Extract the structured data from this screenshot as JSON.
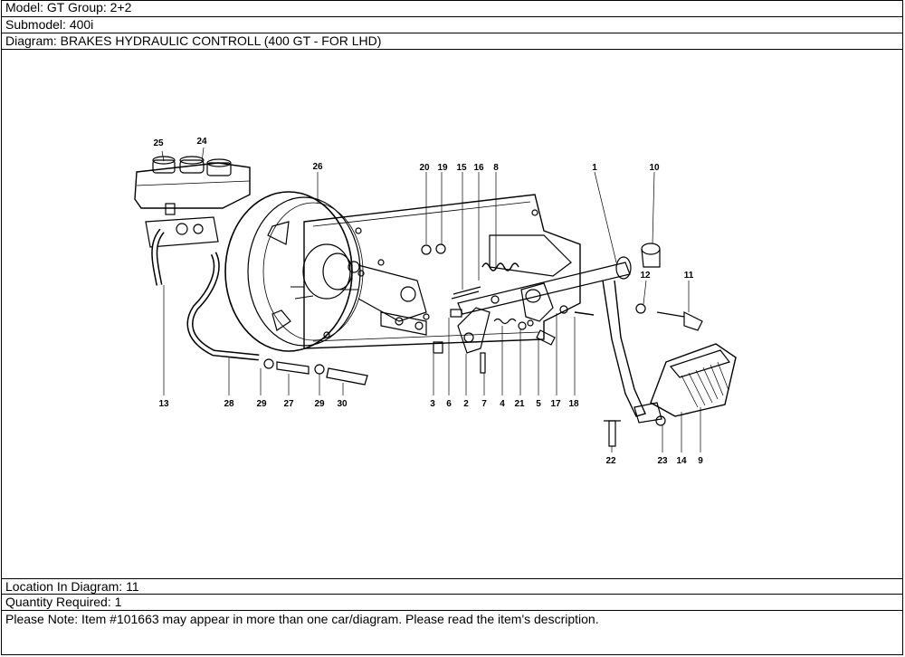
{
  "header": {
    "model_line": "Model: GT Group: 2+2",
    "submodel_line": "Submodel: 400i",
    "diagram_line": "Diagram: BRAKES HYDRAULIC CONTROLL (400 GT - FOR LHD)"
  },
  "diagram": {
    "callouts": [
      "1",
      "2",
      "3",
      "4",
      "5",
      "6",
      "7",
      "8",
      "9",
      "10",
      "11",
      "12",
      "13",
      "14",
      "15",
      "16",
      "17",
      "18",
      "19",
      "20",
      "21",
      "22",
      "23",
      "24",
      "25",
      "26",
      "27",
      "28",
      "29",
      "29",
      "30"
    ]
  },
  "footer": {
    "location_line": "Location In Diagram: 11",
    "quantity_line": "Quantity Required: 1",
    "note_line": "Please Note: Item #101663 may appear in more than one car/diagram. Please read the item's description."
  }
}
